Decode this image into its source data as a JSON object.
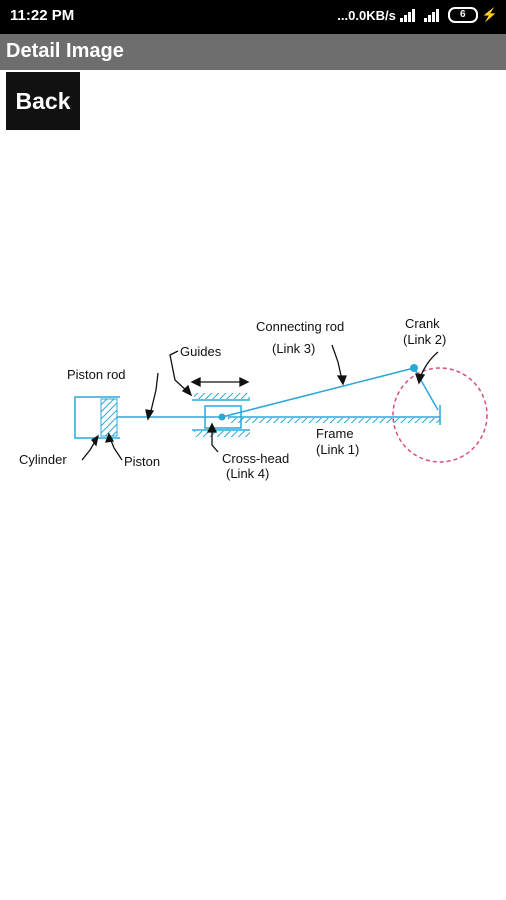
{
  "status": {
    "time": "11:22 PM",
    "speed": "...0.0KB/s",
    "battery": "6"
  },
  "header": {
    "title": "Detail Image"
  },
  "back_button": {
    "label": "Back"
  },
  "diagram": {
    "labels": {
      "connecting_rod": "Connecting rod",
      "link3": "(Link 3)",
      "crank": "Crank",
      "link2": "(Link 2)",
      "guides": "Guides",
      "piston_rod": "Piston rod",
      "frame": "Frame",
      "link1": "(Link 1)",
      "cylinder": "Cylinder",
      "piston": "Piston",
      "cross_head": "Cross-head",
      "link4": "(Link 4)"
    },
    "colors": {
      "mechanism": "#2aa8d8",
      "crank_circle": "#d8507a",
      "text": "#111111"
    }
  }
}
